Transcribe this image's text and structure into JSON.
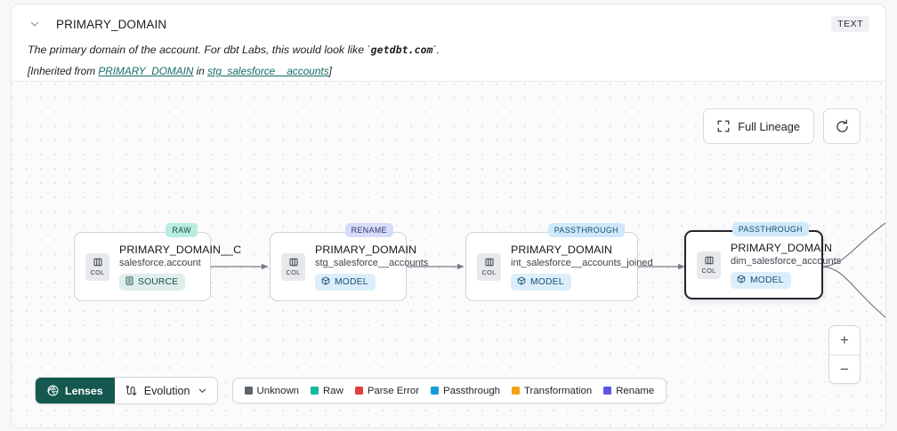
{
  "header": {
    "collapse_icon": "chevron-down-icon",
    "title": "PRIMARY_DOMAIN",
    "type_badge": "TEXT",
    "description_pre": "The primary domain of the account. For dbt Labs, this would look like `",
    "description_code": "getdbt.com",
    "description_post": "`.",
    "inherited_prefix": "[Inherited from ",
    "inherited_link": "PRIMARY_DOMAIN",
    "inherited_mid": " in ",
    "inherited_source": "stg_salesforce__accounts",
    "inherited_suffix": "]"
  },
  "canvas_controls": {
    "full_lineage_label": "Full Lineage",
    "full_lineage_icon": "expand-icon",
    "refresh_icon": "refresh-icon",
    "zoom_in_label": "+",
    "zoom_out_label": "−"
  },
  "lineage": {
    "col_label": "COL",
    "nodes": [
      {
        "tag": "RAW",
        "tag_class": "tag-raw",
        "title": "PRIMARY_DOMAIN__C",
        "subtitle": "salesforce.account",
        "kind": "SOURCE",
        "kind_class": "kind-source",
        "kind_icon": "database-icon",
        "selected": false
      },
      {
        "tag": "RENAME",
        "tag_class": "tag-rename",
        "title": "PRIMARY_DOMAIN",
        "subtitle": "stg_salesforce__accounts",
        "kind": "MODEL",
        "kind_class": "kind-model",
        "kind_icon": "cube-icon",
        "selected": false
      },
      {
        "tag": "PASSTHROUGH",
        "tag_class": "tag-passthrough",
        "title": "PRIMARY_DOMAIN",
        "subtitle": "int_salesforce__accounts_joined",
        "kind": "MODEL",
        "kind_class": "kind-model",
        "kind_icon": "cube-icon",
        "selected": false
      },
      {
        "tag": "PASSTHROUGH",
        "tag_class": "tag-passthrough",
        "title": "PRIMARY_DOMAIN",
        "subtitle": "dim_salesforce_accounts",
        "kind": "MODEL",
        "kind_class": "kind-model",
        "kind_icon": "cube-icon",
        "selected": true
      }
    ]
  },
  "toolbar": {
    "lenses_label": "Lenses",
    "lenses_icon": "aperture-icon",
    "evolution_label": "Evolution",
    "evolution_icon": "evolution-icon",
    "evolution_chevron": "chevron-down-icon"
  },
  "legend": {
    "items": [
      {
        "label": "Unknown",
        "color": "#5c636b"
      },
      {
        "label": "Raw",
        "color": "#14b8a0"
      },
      {
        "label": "Parse Error",
        "color": "#e23d3d"
      },
      {
        "label": "Passthrough",
        "color": "#169bda"
      },
      {
        "label": "Transformation",
        "color": "#f5a310"
      },
      {
        "label": "Rename",
        "color": "#5b55e8"
      }
    ]
  },
  "colors": {
    "accent_teal": "#14584f",
    "link": "#136c63",
    "selected_border": "#23272d",
    "edge": "#747b84"
  }
}
